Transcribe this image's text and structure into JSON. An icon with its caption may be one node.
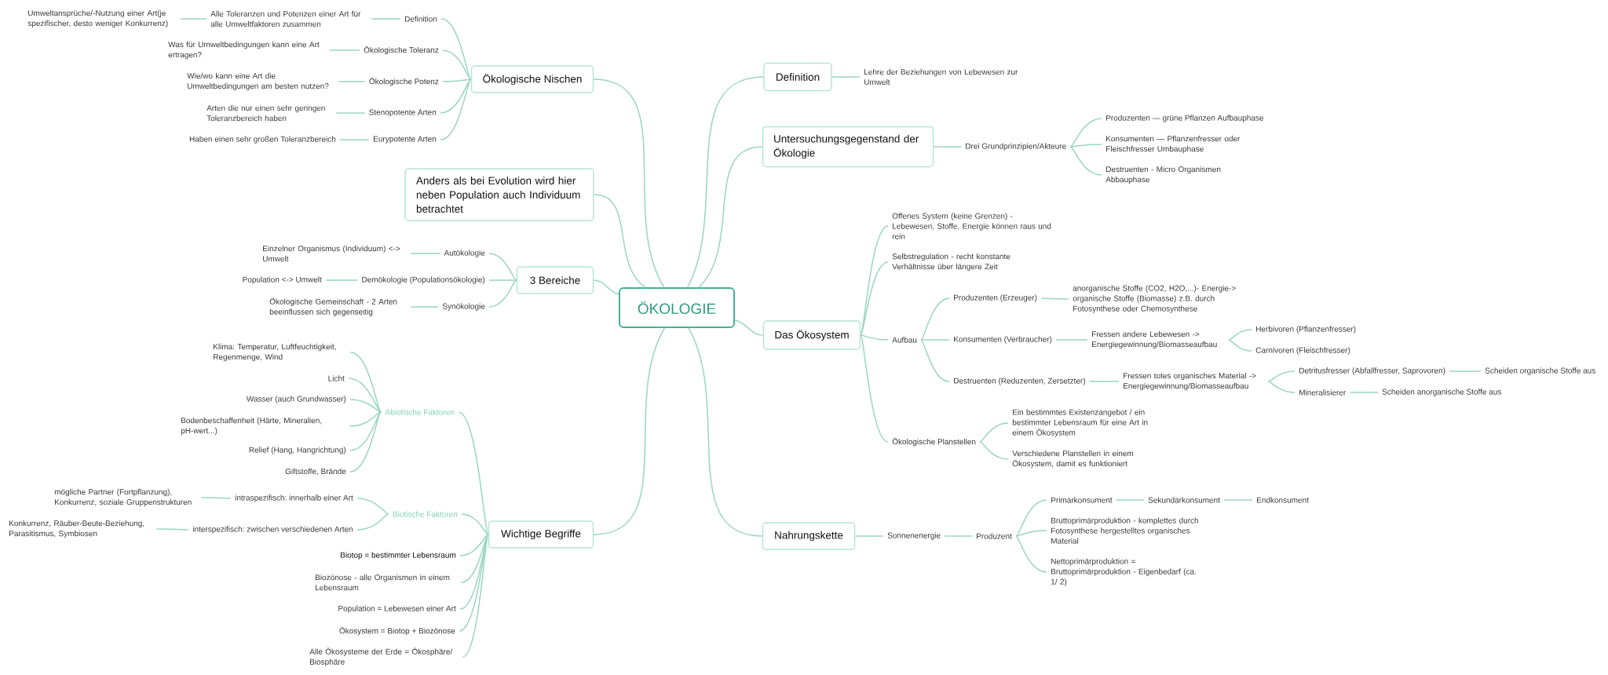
{
  "diagram": {
    "nodes": [
      {
        "text": [
          "ÖKOLOGIE"
        ]
      },
      {
        "text": [
          "Ökologische Nischen"
        ]
      },
      {
        "text": [
          "Definition"
        ]
      },
      {
        "text": [
          "Alle Toleranzen und Potenzen einer Art für alle Umweltfaktoren zusammen"
        ]
      },
      {
        "text": [
          "Umweltansprüche/-Nutzung einer Art(je spezifischer, desto weniger Konkurrenz)"
        ]
      },
      {
        "text": [
          "Ökologische Toleranz"
        ]
      },
      {
        "text": [
          "Was für Umweltbedingungen kann eine Art ertragen?"
        ]
      },
      {
        "text": [
          "Ökologische Potenz"
        ]
      },
      {
        "text": [
          "Wie/wo kann eine Art die Umweltbedingungen am besten nutzen?"
        ]
      },
      {
        "text": [
          "Stenopotente Arten"
        ]
      },
      {
        "text": [
          "Arten die nur einen sehr geringen Toleranzbereich haben"
        ]
      },
      {
        "text": [
          "Eurypotente Arten"
        ]
      },
      {
        "text": [
          "Haben einen sehr großen Toleranzbereich"
        ]
      },
      {
        "text": [
          "Anders als bei Evolution wird hier neben Population auch Individuum betrachtet"
        ]
      },
      {
        "text": [
          "3 Bereiche"
        ]
      },
      {
        "text": [
          "Autökologie"
        ]
      },
      {
        "text": [
          "Einzelner Organismus (Individuum) <-> Umwelt"
        ]
      },
      {
        "text": [
          "Demökologie (Populationsökologie)"
        ]
      },
      {
        "text": [
          "Population <-> Umwelt"
        ]
      },
      {
        "text": [
          "Synökologie"
        ]
      },
      {
        "text": [
          "Ökologische Gemeinschaft - 2 Arten beeinflussen sich gegenseitig"
        ]
      },
      {
        "text": [
          "Wichtige Begriffe"
        ]
      },
      {
        "text": [
          "Abiotische Faktoren"
        ]
      },
      {
        "text": [
          "Klima: Temperatur, Luftfeuchtigkeit, Regenmenge, Wind"
        ]
      },
      {
        "text": [
          "Licht"
        ]
      },
      {
        "text": [
          "Wasser (auch Grundwasser)"
        ]
      },
      {
        "text": [
          "Bodenbeschaffenheit (Härte, Mineralien, pH-wert...)"
        ]
      },
      {
        "text": [
          "Relief (Hang, Hangrichtung)"
        ]
      },
      {
        "text": [
          "Giftstoffe, Brände"
        ]
      },
      {
        "text": [
          "Biotische Faktoren"
        ]
      },
      {
        "text": [
          "intraspezifisch: innerhalb einer Art"
        ]
      },
      {
        "text": [
          "mögliche Partner (Fortpflanzung), Konkurrenz, soziale Gruppenstrukturen"
        ]
      },
      {
        "text": [
          "interspezifisch: zwischen verschiedenen Arten"
        ]
      },
      {
        "text": [
          "Konkurrenz, Räuber-Beute-Beziehung, Parasitismus, Symbiosen"
        ]
      },
      {
        "text": [
          "Biotop = bestimmter Lebensraum"
        ]
      },
      {
        "text": [
          "Biozönose - alle Organismen in einem Lebensraum"
        ]
      },
      {
        "text": [
          "Population = Lebewesen einer Art"
        ]
      },
      {
        "text": [
          "Ökosystem = Biotop + Biozönose"
        ]
      },
      {
        "text": [
          "Alle Ökosysteme der Erde = Ökosphäre/ Biosphäre"
        ]
      },
      {
        "text": [
          "Definition"
        ]
      },
      {
        "text": [
          "Lehre der Beziehungen von Lebewesen zur Umwelt"
        ]
      },
      {
        "text": [
          "Untersuchungsgegenstand der Ökologie"
        ]
      },
      {
        "text": [
          "Drei Grundprinzipien/Akteure"
        ]
      },
      {
        "text": [
          "Produzenten — grüne Pflanzen Aufbauphase"
        ]
      },
      {
        "text": [
          "Konsumenten — Pflanzenfresser oder Fleischfresser Umbauphase"
        ]
      },
      {
        "text": [
          "Destruenten - Micro Organismen Abbauphase"
        ]
      },
      {
        "text": [
          "Das Ökosystem"
        ]
      },
      {
        "text": [
          "Offenes System (keine Grenzen) - Lebewesen, Stoffe, Energie können raus und rein"
        ]
      },
      {
        "text": [
          "Selbstregulation - recht konstante Verhältnisse über längere Zeit"
        ]
      },
      {
        "text": [
          "Aufbau"
        ]
      },
      {
        "text": [
          "Produzenten (Erzeuger)"
        ]
      },
      {
        "text": [
          "anorganische Stoffe (CO2, H2O,...)- Energie-> organische Stoffe (Biomasse) z.B. durch Fotosynthese oder Chemosynthese"
        ]
      },
      {
        "text": [
          "Konsumenten (Verbraucher)"
        ]
      },
      {
        "text": [
          "Fressen andere Lebewesen -> Energiegewinnung/Biomasseaufbau"
        ]
      },
      {
        "text": [
          "Herbivoren (Pflanzenfresser)"
        ]
      },
      {
        "text": [
          "Carnivoren (Fleischfresser)"
        ]
      },
      {
        "text": [
          "Destruenten (Reduzenten, Zersetzter)"
        ]
      },
      {
        "text": [
          "Fressen totes organisches Material -> Energiegewinnung/Biomasseaufbau"
        ]
      },
      {
        "text": [
          "Detritusfresser (Abfallfresser, Saprovoren)"
        ]
      },
      {
        "text": [
          "Scheiden organische Stoffe aus"
        ]
      },
      {
        "text": [
          "Mineralisierer"
        ]
      },
      {
        "text": [
          "Scheiden anorganische Stoffe aus"
        ]
      },
      {
        "text": [
          "Ökologische Planstellen"
        ]
      },
      {
        "text": [
          "Ein bestimmtes Existenzangebot / ein bestimmter Lebensraum für eine Art in einem Ökosystem"
        ]
      },
      {
        "text": [
          "Verschiedene Planstellen in einem Ökosystem, damit es funktioniert"
        ]
      },
      {
        "text": [
          "Nahrungskette"
        ]
      },
      {
        "text": [
          "Sonnenenergie"
        ]
      },
      {
        "text": [
          "Produzent"
        ]
      },
      {
        "text": [
          "Primärkonsument"
        ]
      },
      {
        "text": [
          "Sekundärkonsument"
        ]
      },
      {
        "text": [
          "Endkonsument"
        ]
      },
      {
        "text": [
          "Bruttoprimärproduktion - komplettes durch Fotosynthese hergestelltes organisches Material"
        ]
      },
      {
        "text": [
          "Nettoprimärproduktion = Bruttoprimärproduktion - Eigenbedarf (ca. 1/ 2)"
        ]
      }
    ],
    "edges": [
      {
        "from": 0,
        "to": 1,
        "arrow": "none"
      },
      {
        "from": 1,
        "to": 2,
        "arrow": "none"
      },
      {
        "from": 2,
        "to": 3,
        "arrow": "none"
      },
      {
        "from": 3,
        "to": 4,
        "arrow": "none"
      },
      {
        "from": 1,
        "to": 5,
        "arrow": "none"
      },
      {
        "from": 5,
        "to": 6,
        "arrow": "none"
      },
      {
        "from": 1,
        "to": 7,
        "arrow": "none"
      },
      {
        "from": 7,
        "to": 8,
        "arrow": "none"
      },
      {
        "from": 1,
        "to": 9,
        "arrow": "none"
      },
      {
        "from": 9,
        "to": 10,
        "arrow": "none"
      },
      {
        "from": 1,
        "to": 11,
        "arrow": "none"
      },
      {
        "from": 11,
        "to": 12,
        "arrow": "none"
      },
      {
        "from": 0,
        "to": 13,
        "arrow": "none"
      },
      {
        "from": 0,
        "to": 14,
        "arrow": "none"
      },
      {
        "from": 14,
        "to": 15,
        "arrow": "none"
      },
      {
        "from": 15,
        "to": 16,
        "arrow": "none"
      },
      {
        "from": 14,
        "to": 17,
        "arrow": "none"
      },
      {
        "from": 17,
        "to": 18,
        "arrow": "none"
      },
      {
        "from": 14,
        "to": 19,
        "arrow": "none"
      },
      {
        "from": 19,
        "to": 20,
        "arrow": "none"
      },
      {
        "from": 0,
        "to": 21,
        "arrow": "none"
      },
      {
        "from": 21,
        "to": 22,
        "arrow": "none"
      },
      {
        "from": 22,
        "to": 23,
        "arrow": "none"
      },
      {
        "from": 22,
        "to": 24,
        "arrow": "none"
      },
      {
        "from": 22,
        "to": 25,
        "arrow": "none"
      },
      {
        "from": 22,
        "to": 26,
        "arrow": "none"
      },
      {
        "from": 22,
        "to": 27,
        "arrow": "none"
      },
      {
        "from": 22,
        "to": 28,
        "arrow": "none"
      },
      {
        "from": 21,
        "to": 29,
        "arrow": "none"
      },
      {
        "from": 29,
        "to": 30,
        "arrow": "none"
      },
      {
        "from": 30,
        "to": 31,
        "arrow": "none"
      },
      {
        "from": 29,
        "to": 32,
        "arrow": "none"
      },
      {
        "from": 32,
        "to": 33,
        "arrow": "none"
      },
      {
        "from": 21,
        "to": 34,
        "arrow": "none"
      },
      {
        "from": 21,
        "to": 35,
        "arrow": "none"
      },
      {
        "from": 21,
        "to": 36,
        "arrow": "none"
      },
      {
        "from": 21,
        "to": 37,
        "arrow": "none"
      },
      {
        "from": 21,
        "to": 38,
        "arrow": "none"
      },
      {
        "from": 0,
        "to": 39,
        "arrow": "none"
      },
      {
        "from": 39,
        "to": 40,
        "arrow": "none"
      },
      {
        "from": 0,
        "to": 41,
        "arrow": "none"
      },
      {
        "from": 41,
        "to": 42,
        "arrow": "none"
      },
      {
        "from": 42,
        "to": 43,
        "arrow": "none"
      },
      {
        "from": 42,
        "to": 44,
        "arrow": "none"
      },
      {
        "from": 42,
        "to": 45,
        "arrow": "none"
      },
      {
        "from": 0,
        "to": 46,
        "arrow": "none"
      },
      {
        "from": 46,
        "to": 47,
        "arrow": "none"
      },
      {
        "from": 46,
        "to": 48,
        "arrow": "none"
      },
      {
        "from": 46,
        "to": 49,
        "arrow": "none"
      },
      {
        "from": 49,
        "to": 50,
        "arrow": "none"
      },
      {
        "from": 50,
        "to": 51,
        "arrow": "none"
      },
      {
        "from": 49,
        "to": 52,
        "arrow": "none"
      },
      {
        "from": 52,
        "to": 53,
        "arrow": "none"
      },
      {
        "from": 53,
        "to": 54,
        "arrow": "none"
      },
      {
        "from": 53,
        "to": 55,
        "arrow": "none"
      },
      {
        "from": 49,
        "to": 56,
        "arrow": "none"
      },
      {
        "from": 56,
        "to": 57,
        "arrow": "none"
      },
      {
        "from": 57,
        "to": 58,
        "arrow": "none"
      },
      {
        "from": 58,
        "to": 59,
        "arrow": "none"
      },
      {
        "from": 57,
        "to": 60,
        "arrow": "none"
      },
      {
        "from": 60,
        "to": 61,
        "arrow": "none"
      },
      {
        "from": 46,
        "to": 62,
        "arrow": "none"
      },
      {
        "from": 62,
        "to": 63,
        "arrow": "none"
      },
      {
        "from": 62,
        "to": 64,
        "arrow": "none"
      },
      {
        "from": 0,
        "to": 65,
        "arrow": "none"
      },
      {
        "from": 65,
        "to": 66,
        "arrow": "none"
      },
      {
        "from": 66,
        "to": 67,
        "arrow": "none"
      },
      {
        "from": 67,
        "to": 68,
        "arrow": "none"
      },
      {
        "from": 68,
        "to": 69,
        "arrow": "none"
      },
      {
        "from": 69,
        "to": 70,
        "arrow": "none"
      },
      {
        "from": 67,
        "to": 71,
        "arrow": "none"
      },
      {
        "from": 67,
        "to": 72,
        "arrow": "none"
      }
    ]
  }
}
